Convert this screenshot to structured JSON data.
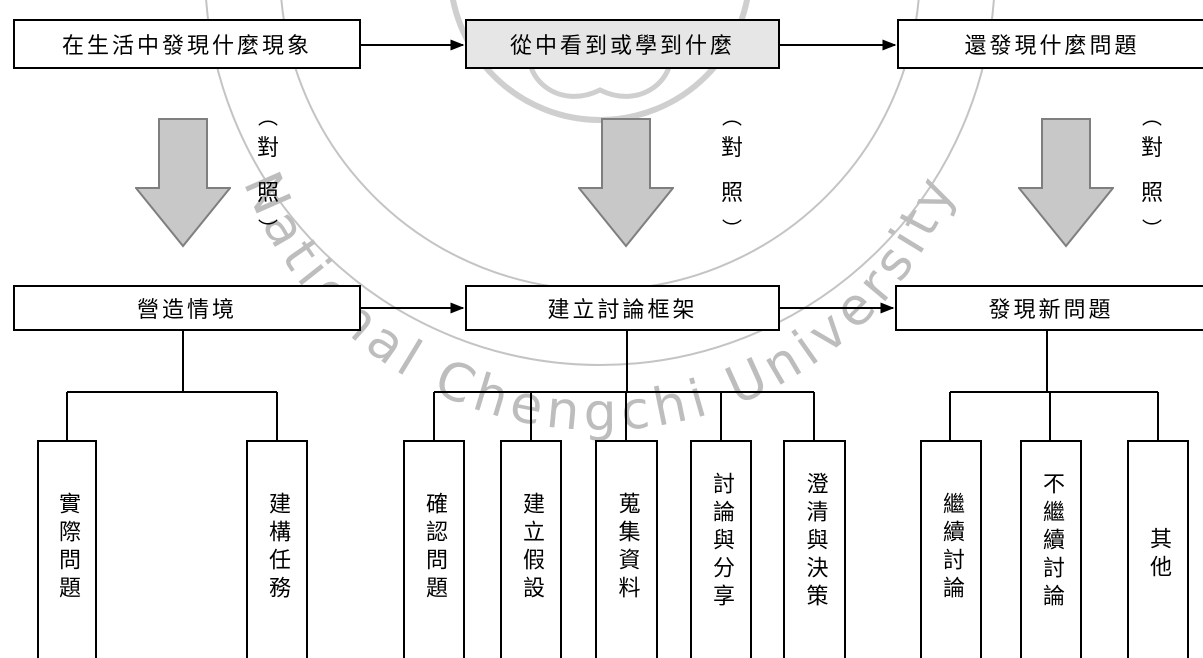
{
  "row1": {
    "phenomenon": "在生活中發現什麼現象",
    "learned": "從中看到或學到什麼",
    "question": "還發現什麼問題"
  },
  "compare": {
    "open_paren": "︵",
    "char1": "對",
    "char2": "照",
    "close_paren": "︶"
  },
  "row2": {
    "situation": "營造情境",
    "framework": "建立討論框架",
    "new_problem": "發現新問題"
  },
  "situation_children": [
    "實際問題",
    "建構任務"
  ],
  "framework_children": [
    "確認問題",
    "建立假設",
    "蒐集資料",
    "討論與分享",
    "澄清與決策"
  ],
  "new_problem_children": [
    "繼續討論",
    "不繼續討論",
    "其他"
  ],
  "watermark": {
    "text": "National Chengchi University"
  },
  "colors": {
    "line": "#000000",
    "arrow_fill": "#c8c8c8",
    "arrow_stroke": "#7f7f7f",
    "shaded_box": "#e6e6e6",
    "watermark": "#bdbdbd"
  }
}
